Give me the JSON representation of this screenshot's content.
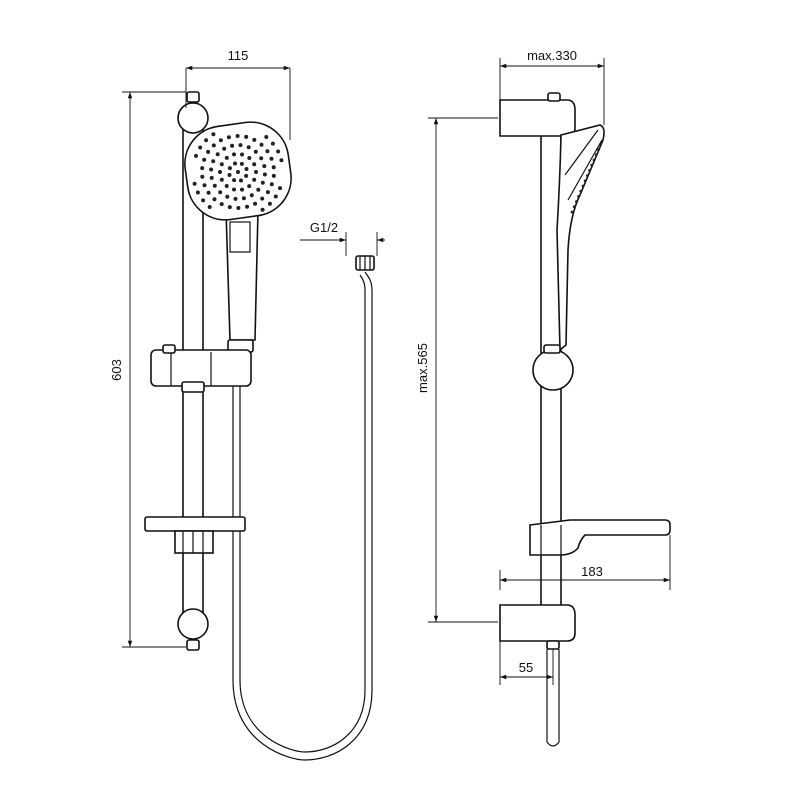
{
  "dimensions": {
    "width_115": "115",
    "height_603": "603",
    "thread_g12": "G1/2",
    "width_max330": "max.330",
    "height_max565": "max.565",
    "shelf_183": "183",
    "depth_55": "55"
  },
  "colors": {
    "line": "#111111",
    "background": "#ffffff"
  }
}
